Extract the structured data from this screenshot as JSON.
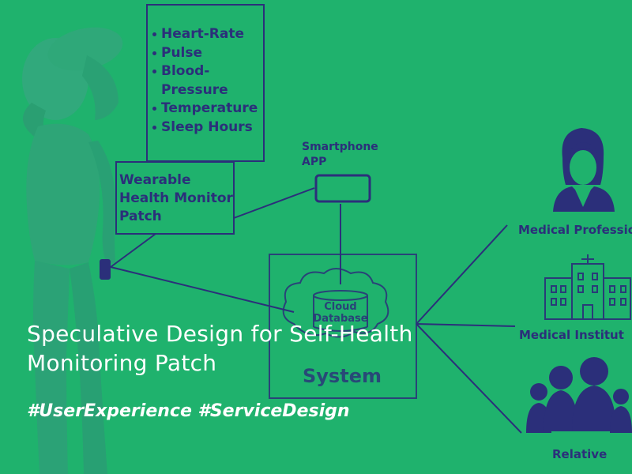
{
  "diagram": {
    "vitals": [
      "Heart-Rate",
      "Pulse",
      "Blood-\nPressure",
      "Temperature",
      "Sleep Hours"
    ],
    "wearable_label": "Wearable\nHealth Monitor\nPatch",
    "smartphone_label": "Smartphone\nAPP",
    "cloud_label": "Cloud\nDatabase",
    "system_label": "System",
    "stakeholders": {
      "professional": "Medical Professio",
      "institution": "Medical Institut",
      "relative": "Relative"
    }
  },
  "overlay": {
    "title": "Speculative Design for Self-Health Monitoring Patch",
    "tags": "#UserExperience #ServiceDesign"
  },
  "colors": {
    "background": "#1fb26d",
    "ink": "#2b2f7a",
    "overlay_text": "#ffffff"
  },
  "icons": [
    "figure-illustration",
    "smartphone-icon",
    "cloud-icon",
    "doctor-icon",
    "hospital-icon",
    "people-icon"
  ]
}
